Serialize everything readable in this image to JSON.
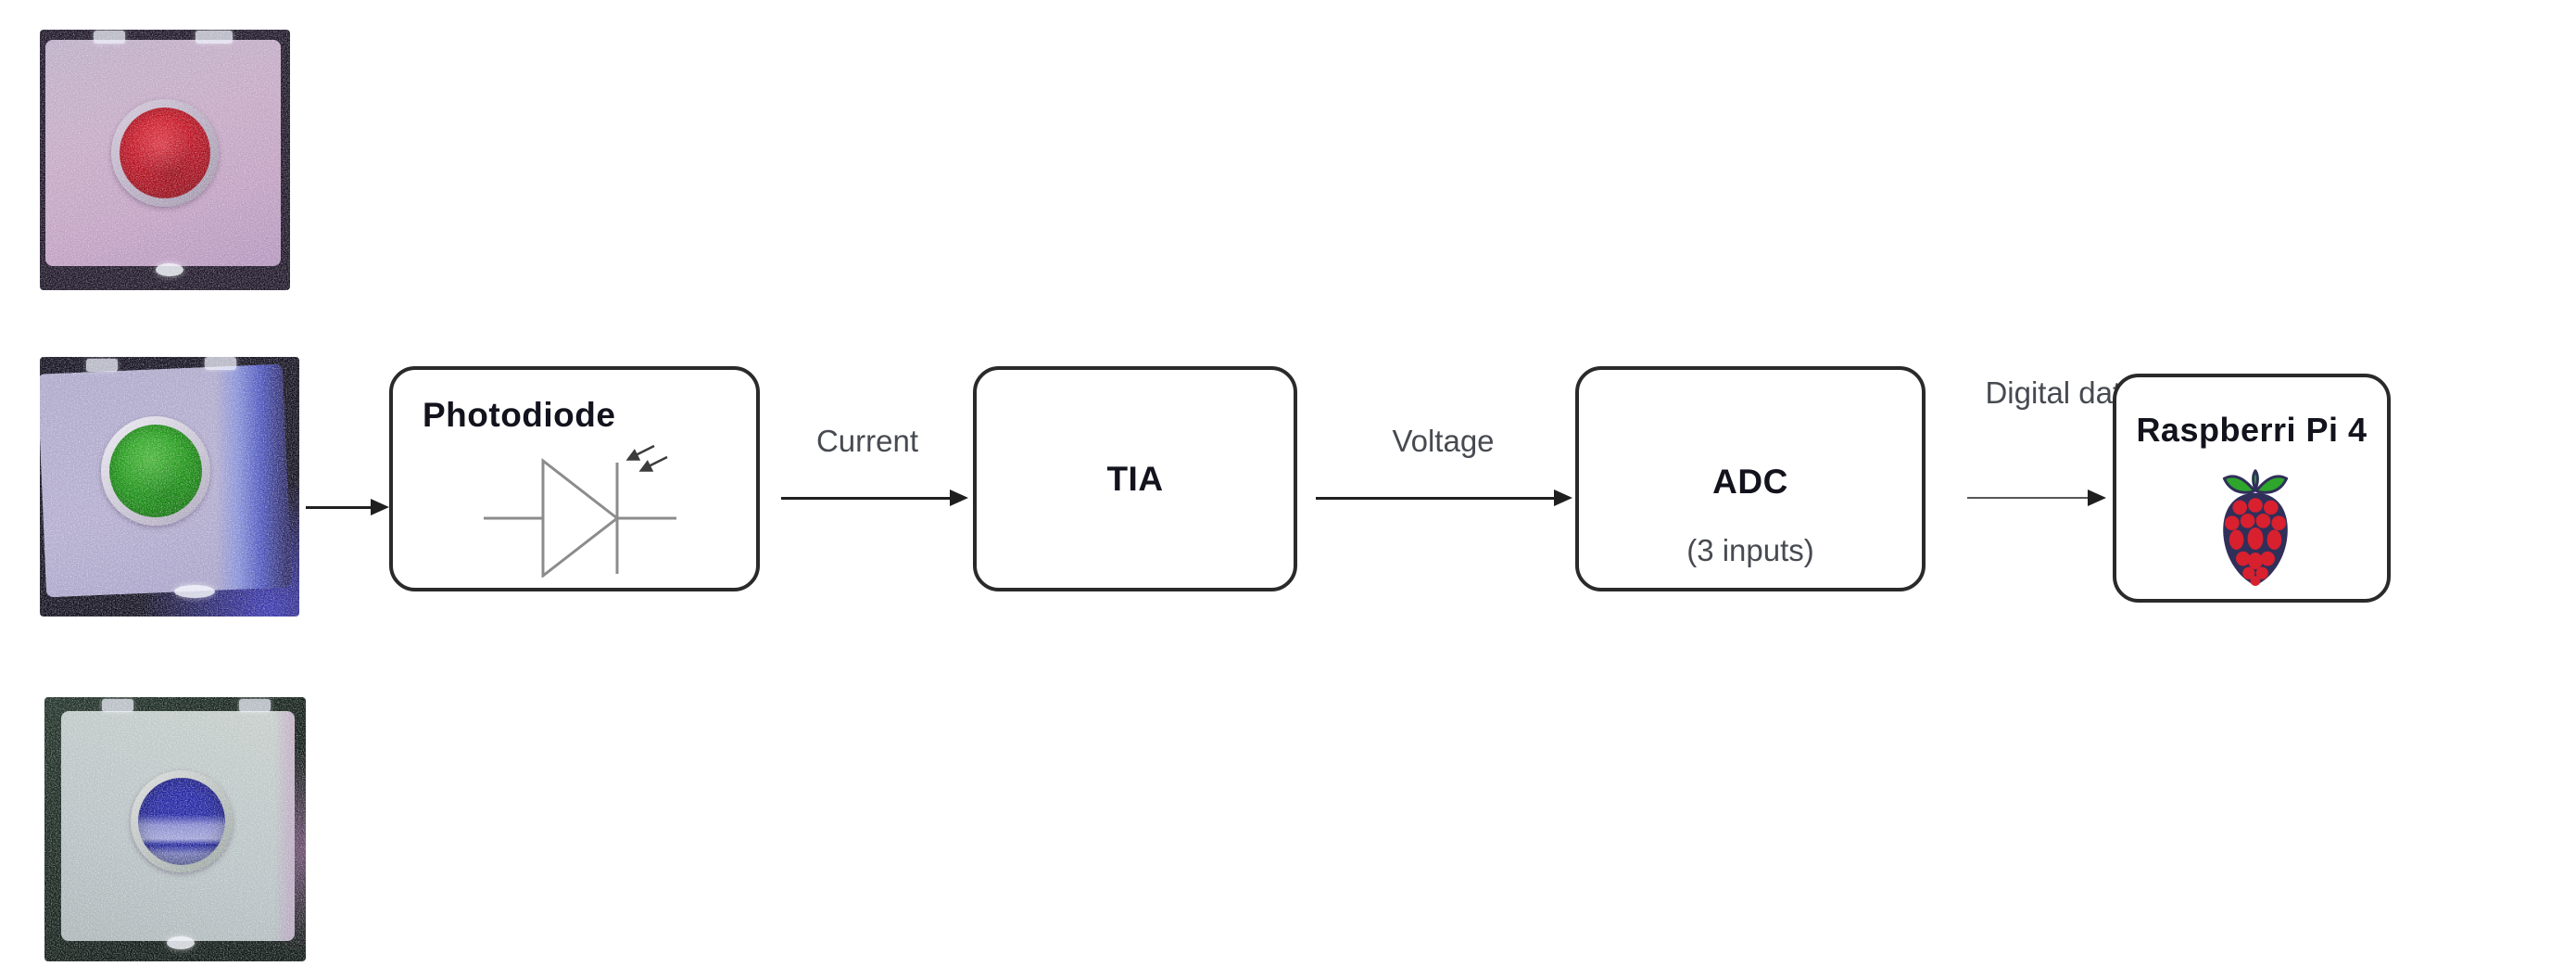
{
  "filters": {
    "red": {
      "alt": "red optical filter in case",
      "color": "#d01223"
    },
    "green": {
      "alt": "green optical filter in case",
      "color": "#1ea216"
    },
    "blue": {
      "alt": "blue optical filter in case",
      "color": "#2b2fa8"
    }
  },
  "nodes": {
    "photodiode": {
      "title": "Photodiode"
    },
    "tia": {
      "title": "TIA"
    },
    "adc": {
      "title": "ADC",
      "subtitle": "(3 inputs)"
    },
    "rpi": {
      "title": "Raspberri Pi 4"
    }
  },
  "edges": {
    "filter_to_photodiode": {
      "label": ""
    },
    "photodiode_to_tia": {
      "label": "Current"
    },
    "tia_to_adc": {
      "label": "Voltage"
    },
    "adc_to_rpi": {
      "label": "Digital data"
    }
  },
  "icons": {
    "photodiode_symbol": "photodiode-symbol-icon",
    "raspberry_logo": "raspberry-pi-logo-icon"
  },
  "colors": {
    "box_border": "#2a2a2a",
    "title_text": "#12131c",
    "label_text": "#474a51",
    "arrow": "#1f1f1f",
    "raspberry_red": "#d8202e",
    "leaf_green": "#2ea62c",
    "logo_outline": "#302f5a"
  }
}
